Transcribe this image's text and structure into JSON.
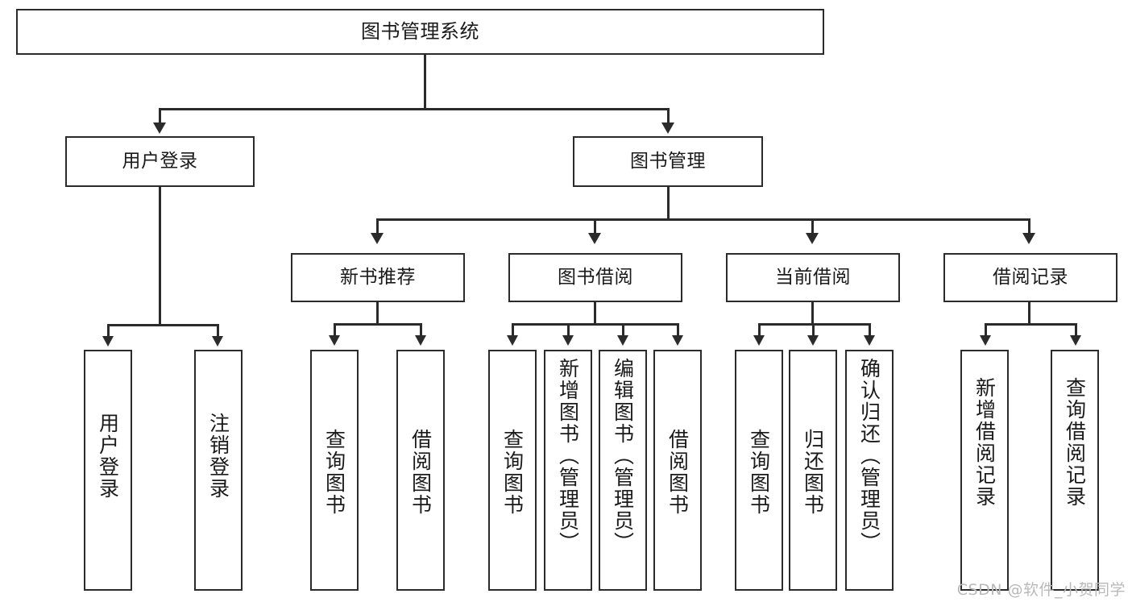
{
  "diagram": {
    "type": "tree-hierarchy-chart",
    "title": "图书管理系统",
    "watermark": "CSDN @软件_小贺同学",
    "colors": {
      "stroke": "#2b2b2b",
      "fill": "#ffffff",
      "text": "#1a1a1a",
      "watermark": "#b9b9b9"
    },
    "levels": [
      {
        "level": 1,
        "nodes": [
          {
            "id": "root",
            "label": "图书管理系统"
          }
        ]
      },
      {
        "level": 2,
        "nodes": [
          {
            "id": "user-login",
            "label": "用户登录",
            "parent": "root"
          },
          {
            "id": "book-manage",
            "label": "图书管理",
            "parent": "root"
          }
        ]
      },
      {
        "level": 3,
        "nodes": [
          {
            "id": "new-book-rec",
            "label": "新书推荐",
            "parent": "book-manage"
          },
          {
            "id": "book-borrow",
            "label": "图书借阅",
            "parent": "book-manage"
          },
          {
            "id": "current-borrow",
            "label": "当前借阅",
            "parent": "book-manage"
          },
          {
            "id": "borrow-record",
            "label": "借阅记录",
            "parent": "book-manage"
          }
        ]
      },
      {
        "level": 4,
        "nodes": [
          {
            "id": "leaf-1",
            "label": "用户登录",
            "parent": "user-login"
          },
          {
            "id": "leaf-2",
            "label": "注销登录",
            "parent": "user-login"
          },
          {
            "id": "leaf-3",
            "label": "查询图书",
            "parent": "new-book-rec"
          },
          {
            "id": "leaf-4",
            "label": "借阅图书",
            "parent": "new-book-rec"
          },
          {
            "id": "leaf-5",
            "label": "查询图书",
            "parent": "book-borrow"
          },
          {
            "id": "leaf-6",
            "label": "新增图书（管理员）",
            "parent": "book-borrow"
          },
          {
            "id": "leaf-7",
            "label": "编辑图书（管理员）",
            "parent": "book-borrow"
          },
          {
            "id": "leaf-8",
            "label": "借阅图书",
            "parent": "book-borrow"
          },
          {
            "id": "leaf-9",
            "label": "查询图书",
            "parent": "current-borrow"
          },
          {
            "id": "leaf-10",
            "label": "归还图书",
            "parent": "current-borrow"
          },
          {
            "id": "leaf-11",
            "label": "确认归还（管理员）",
            "parent": "current-borrow"
          },
          {
            "id": "leaf-12",
            "label": "新增借阅记录",
            "parent": "borrow-record"
          },
          {
            "id": "leaf-13",
            "label": "查询借阅记录",
            "parent": "borrow-record"
          }
        ]
      }
    ]
  }
}
